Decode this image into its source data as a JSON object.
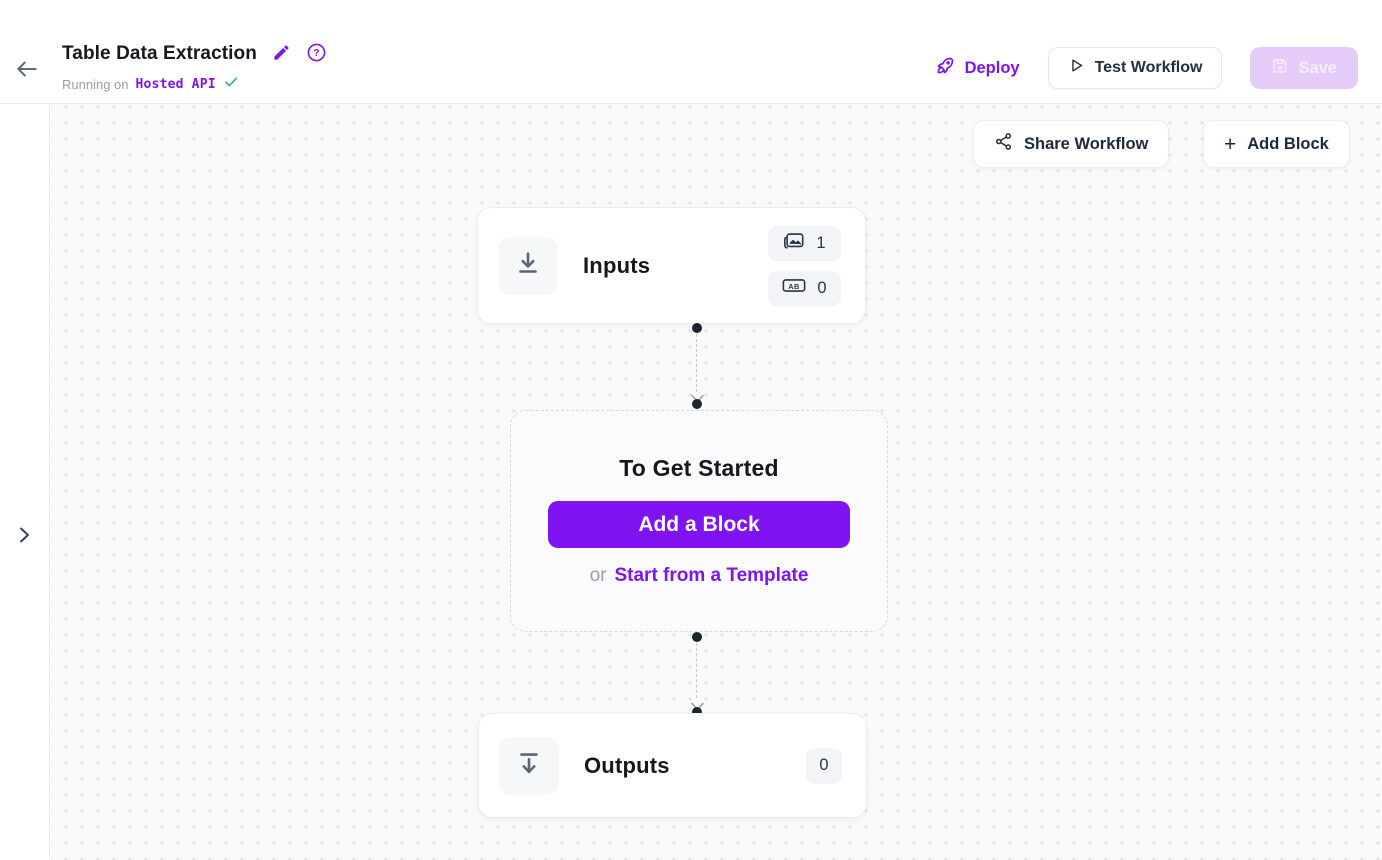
{
  "header": {
    "title": "Table Data Extraction",
    "subtitle_prefix": "Running on",
    "runtime_label": "Hosted API",
    "deploy_label": "Deploy",
    "test_label": "Test Workflow",
    "save_label": "Save"
  },
  "canvas_toolbar": {
    "share_label": "Share Workflow",
    "add_block_plus": "+",
    "add_block_label": "Add Block"
  },
  "nodes": {
    "inputs": {
      "title": "Inputs",
      "badges": [
        {
          "icon": "image-icon",
          "value": "1"
        },
        {
          "icon": "text-input-icon",
          "value": "0"
        }
      ]
    },
    "get_started": {
      "title": "To Get Started",
      "primary_button": "Add a Block",
      "or_text": "or",
      "template_link": "Start from a Template"
    },
    "outputs": {
      "title": "Outputs",
      "count": "0"
    }
  },
  "icons": {
    "ab_icon_text": "AB",
    "help_icon_text": "?"
  },
  "colors": {
    "accent_purple": "#8013F2",
    "save_disabled_bg": "#E5CCF8",
    "save_disabled_text": "#F6EEFE",
    "success_green": "#2FB882",
    "text_dark": "#16181D",
    "text_navy": "#233044",
    "canvas_bg": "#FAFAFA",
    "canvas_dot": "#E4E4E8",
    "connector_dark": "#1C2430"
  }
}
